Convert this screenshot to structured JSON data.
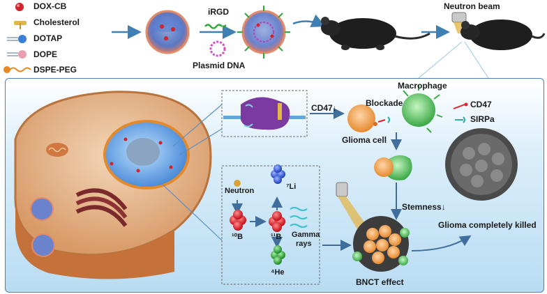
{
  "legend": {
    "items": [
      {
        "label": "DOX-CB",
        "color": "#d2232a",
        "icon": "red-sphere-icon"
      },
      {
        "label": "Cholesterol",
        "color": "#e3b64a",
        "icon": "cholesterol-icon"
      },
      {
        "label": "DOTAP",
        "color": "#3a7fd6",
        "icon": "blue-lipid-icon"
      },
      {
        "label": "DOPE",
        "color": "#e36b7c",
        "icon": "pink-lipid-icon"
      },
      {
        "label": "DSPE-PEG",
        "color": "#e68a1f",
        "icon": "orange-peg-icon"
      }
    ]
  },
  "top_flow": {
    "irgd_label": "iRGD",
    "plasmid_label": "Plasmid DNA",
    "neutron_beam_label": "Neutron beam"
  },
  "mechanism": {
    "cd47_down": "CD47↓",
    "blockade": "Blockade",
    "macrophage": "Macrophage",
    "glioma_cell": "Glioma cell",
    "cd47_legend": "CD47",
    "sirpa_legend": "SIRPa",
    "stemness_down": "Stemness↓",
    "glioma_killed": "Glioma completely killed",
    "bnct_effect": "BNCT effect"
  },
  "reaction": {
    "neutron": "Neutron",
    "b10": "¹⁰B",
    "b11": "¹¹B",
    "li7": "⁷Li",
    "he4": "⁴He",
    "gamma_line1": "Gamma",
    "gamma_line2": "rays"
  },
  "colors": {
    "accent_blue": "#3f7fb4",
    "boron_red": "#e0202c",
    "lithium_blue": "#2f5bd8",
    "helium_green": "#2fa83a",
    "neutron_gold": "#d9a436"
  }
}
